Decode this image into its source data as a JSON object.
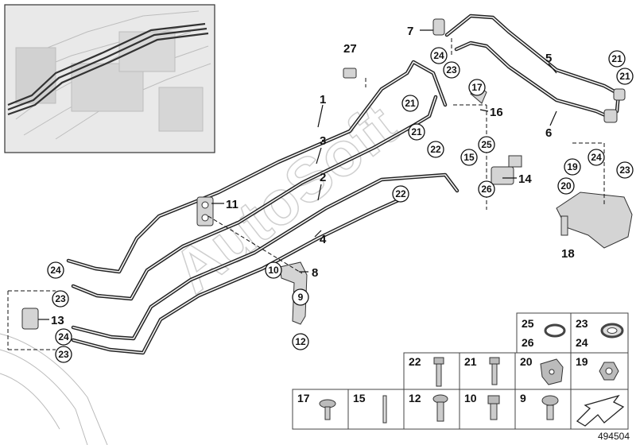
{
  "watermark": "AutoSoft",
  "reference_number": "494504",
  "labels": {
    "p1": "1",
    "p2": "2",
    "p3": "3",
    "p4": "4",
    "p5": "5",
    "p6": "6",
    "p7": "7",
    "p8": "8",
    "p11": "11",
    "p13": "13",
    "p14": "14",
    "p16": "16",
    "p18": "18",
    "p27": "27"
  },
  "callouts": {
    "c9": "9",
    "c10": "10",
    "c12": "12",
    "c15": "15",
    "c17": "17",
    "c19": "19",
    "c20": "20",
    "c21a": "21",
    "c21b": "21",
    "c21c": "21",
    "c21d": "21",
    "c22a": "22",
    "c22b": "22",
    "c23a": "23",
    "c23b": "23",
    "c23c": "23",
    "c23d": "23",
    "c24a": "24",
    "c24b": "24",
    "c24c": "24",
    "c24d": "24",
    "c25": "25",
    "c26": "26"
  },
  "parts_table": {
    "row1": {
      "seal_a": [
        "25",
        "26"
      ],
      "seal_b": [
        "23",
        "24"
      ]
    },
    "row2": [
      "22",
      "21",
      "20",
      "19"
    ],
    "row3": [
      "17",
      "15",
      "12",
      "10",
      "9"
    ]
  }
}
